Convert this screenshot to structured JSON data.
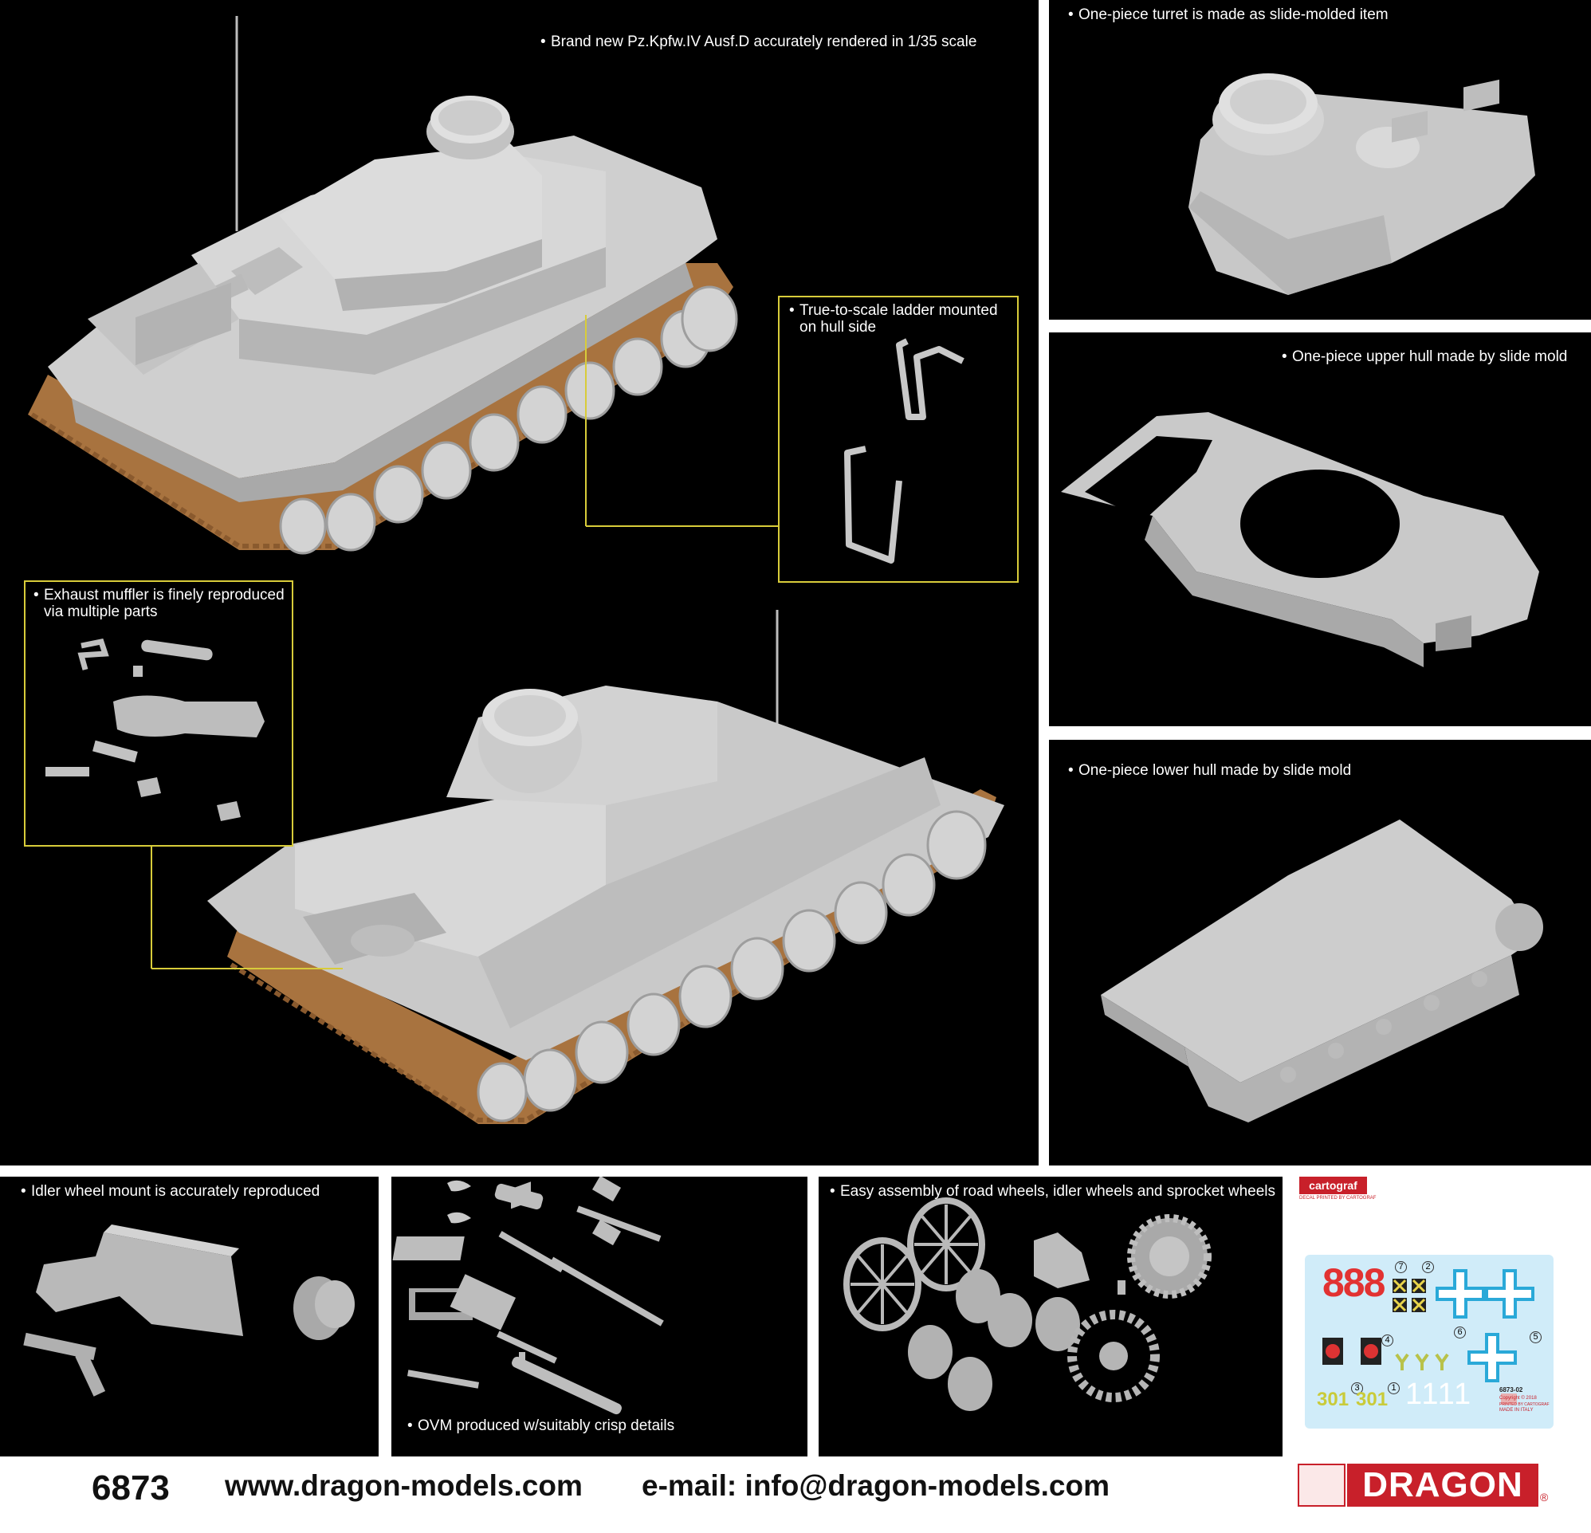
{
  "main": {
    "caption_main": "Brand new Pz.Kpfw.IV Ausf.D accurately rendered in 1/35 scale",
    "caption_ladder_line1": "True-to-scale ladder mounted",
    "caption_ladder_line2": "on hull side",
    "caption_exhaust_line1": "Exhaust muffler is finely reproduced",
    "caption_exhaust_line2": "via multiple parts"
  },
  "right": {
    "caption_turret": "One-piece turret is made as slide-molded item",
    "caption_upper_hull": "One-piece upper hull made by slide mold",
    "caption_lower_hull": "One-piece lower hull made by slide mold"
  },
  "bottom": {
    "caption_idler": "Idler wheel mount is accurately reproduced",
    "caption_ovm": "OVM produced w/suitably crisp details",
    "caption_wheels": "Easy assembly of road wheels, idler wheels and sprocket wheels"
  },
  "decal": {
    "brand": "cartograf",
    "brand_sub": "DECAL PRINTED BY CARTOGRAF",
    "number_888": "888",
    "num_301a": "301",
    "num_301b": "301",
    "num_1111": "1111",
    "code": "6873-02",
    "copyright": "Copyright © 2018",
    "printed_by": "PRINTED BY CARTOGRAF",
    "made_in": "MADE IN ITALY",
    "markers": [
      "7",
      "2",
      "4",
      "6",
      "5",
      "3",
      "1"
    ]
  },
  "footer": {
    "item_number": "6873",
    "website": "www.dragon-models.com",
    "email": "e-mail: info@dragon-models.com",
    "brand_logo": "DRAGON",
    "registered": "®"
  },
  "colors": {
    "panel_bg": "#000000",
    "callout_border": "#d8cc3a",
    "model_grey": "#c9c9c9",
    "track_tan": "#b07a45",
    "dragon_red": "#c8202a"
  }
}
